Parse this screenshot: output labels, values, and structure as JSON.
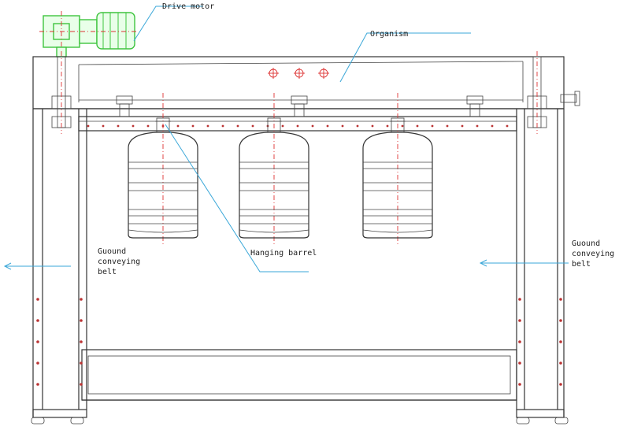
{
  "labels": {
    "drive_motor": "Drive motor",
    "organism": "Organism",
    "hanging_barrel": "Hanging barrel",
    "belt_left": [
      "Guound",
      "conveying",
      "belt"
    ],
    "belt_right": [
      "Guound",
      "conveying",
      "belt"
    ]
  },
  "colors": {
    "motor": "#3ec43e",
    "leader_line": "#3aa7d8",
    "centerline": "#dd3333",
    "frame": "#333333"
  }
}
